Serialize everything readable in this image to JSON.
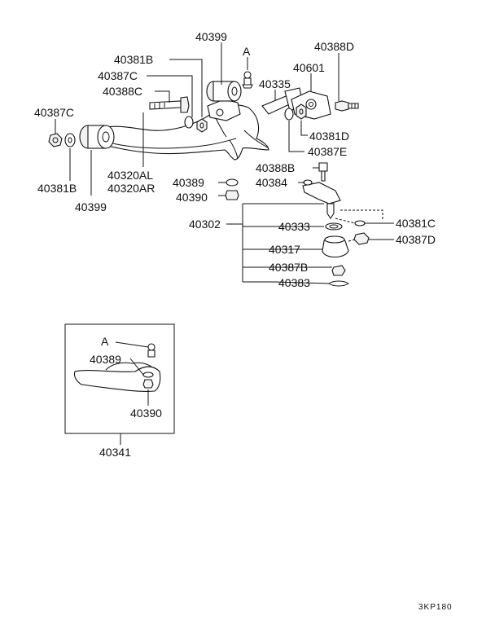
{
  "labels": {
    "p40399_top": "40399",
    "pA_top": "A",
    "p40388D": "40388D",
    "p40381B_top": "40381B",
    "p40601": "40601",
    "p40387C_top": "40387C",
    "p40335": "40335",
    "p40388C": "40388C",
    "p40387C_left": "40387C",
    "p40381D": "40381D",
    "p40387E": "40387E",
    "p40381B_left": "40381B",
    "p40399_left": "40399",
    "p40320AL": "40320AL",
    "p40320AR": "40320AR",
    "p40388B": "40388B",
    "p40389_top": "40389",
    "p40384": "40384",
    "p40390_top": "40390",
    "p40302": "40302",
    "p40333": "40333",
    "p40381C": "40381C",
    "p40317": "40317",
    "p40387D": "40387D",
    "p40387B": "40387B",
    "p40383": "40383",
    "pA_inset": "A",
    "p40389_inset": "40389",
    "p40390_inset": "40390",
    "p40341": "40341",
    "footer_code": "3KP180"
  }
}
